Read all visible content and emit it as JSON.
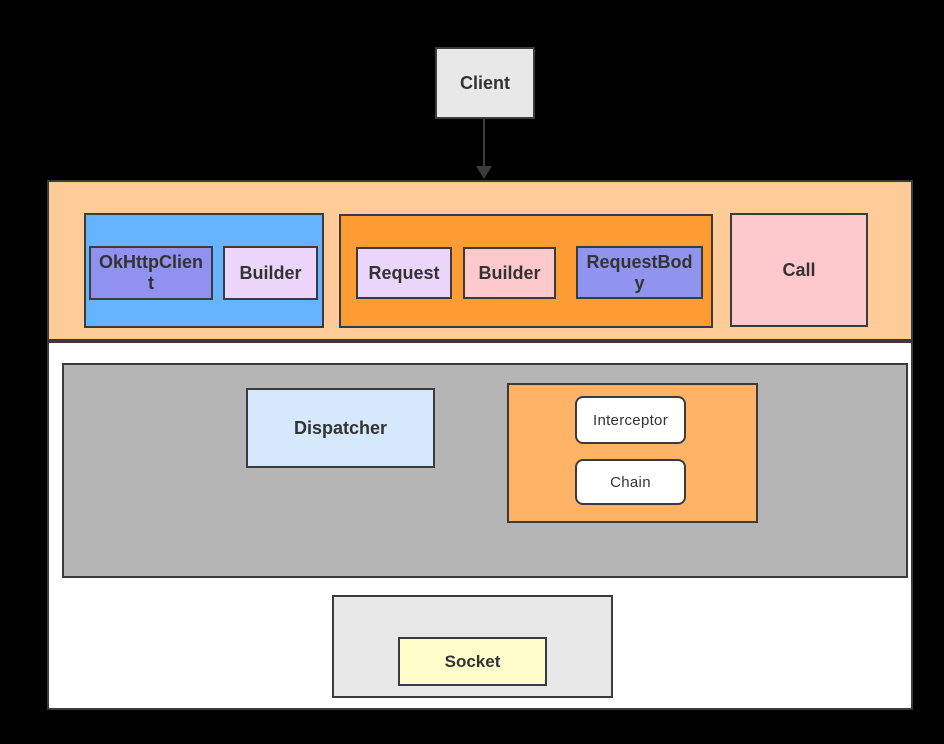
{
  "diagram": {
    "client": {
      "label": "Client"
    },
    "api_layer": {
      "client_group": {
        "okhttp_client_label": "OkHttpClient",
        "builder_label": "Builder"
      },
      "request_group": {
        "request_label": "Request",
        "builder_label": "Builder",
        "request_body_label": "RequestBody"
      },
      "call_label": "Call"
    },
    "dispatch_layer": {
      "dispatcher_label": "Dispatcher",
      "interceptor_group": {
        "interceptor_label": "Interceptor",
        "chain_label": "Chain"
      }
    },
    "transport_layer": {
      "socket_label": "Socket"
    },
    "colors": {
      "background": "#000000",
      "border": "#3b3b3b",
      "text": "#333333",
      "client_fill": "#e8e8e8",
      "api_band_fill": "#ffcc99",
      "lower_band_fill": "#ffffff",
      "client_group_fill": "#66b3ff",
      "purple_node_fill": "#9191ef",
      "lavender_node_fill": "#ebd5fa",
      "request_group_fill": "#fd9c33",
      "pink_node_fill": "#fdc9cc",
      "dispatch_band_fill": "#b5b5b5",
      "dispatcher_fill": "#d6e9fc",
      "interceptor_group_fill": "#ffb366",
      "white_node_fill": "#ffffff",
      "socket_group_fill": "#e8e8e8",
      "socket_fill": "#fffdc9"
    }
  }
}
